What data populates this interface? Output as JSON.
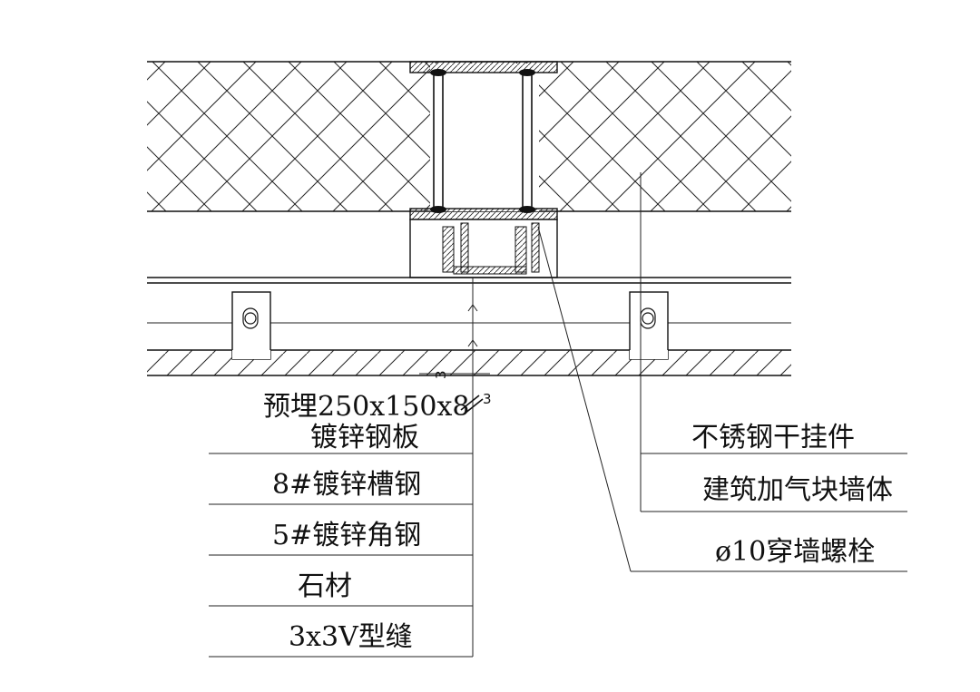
{
  "diagram": {
    "type": "construction detail - stone cladding fixing to aerated block wall",
    "left_labels": [
      {
        "id": "embedded-plate",
        "lines": [
          "预埋250x150x8",
          "镀锌钢板"
        ]
      },
      {
        "id": "channel-steel",
        "lines": [
          "8#镀锌槽钢"
        ]
      },
      {
        "id": "angle-steel",
        "lines": [
          "5#镀锌角钢"
        ]
      },
      {
        "id": "stone",
        "lines": [
          "石材"
        ]
      },
      {
        "id": "v-joint",
        "lines": [
          "3x3V型缝"
        ]
      }
    ],
    "right_labels": [
      {
        "id": "stainless-hanger",
        "lines": [
          "不锈钢干挂件"
        ]
      },
      {
        "id": "aerated-block-wall",
        "lines": [
          "建筑加气块墙体"
        ]
      },
      {
        "id": "through-wall-bolt",
        "lines": [
          "ø10穿墙螺栓"
        ]
      }
    ],
    "dimension": {
      "text_left": "3",
      "text_right": "3"
    }
  },
  "colors": {
    "line": "#111111",
    "background": "#ffffff"
  }
}
